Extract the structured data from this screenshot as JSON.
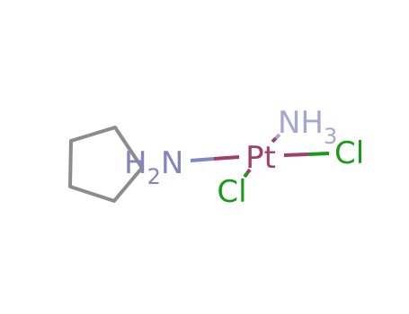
{
  "molecule": {
    "atoms": {
      "pt": {
        "label": "Pt",
        "color": "#a0406a"
      },
      "n_amine": {
        "label_h": "H",
        "label_sub": "2",
        "label_n": "N",
        "color": "#8484c0"
      },
      "n_ammonia": {
        "label_n": "NH",
        "label_sub": "3",
        "color": "#a6a6d0"
      },
      "cl_right": {
        "label": "Cl",
        "color": "#1a9a1a"
      },
      "cl_bottom": {
        "label": "Cl",
        "color": "#1a9a1a"
      }
    },
    "ring_color": "#8c8c8c"
  }
}
